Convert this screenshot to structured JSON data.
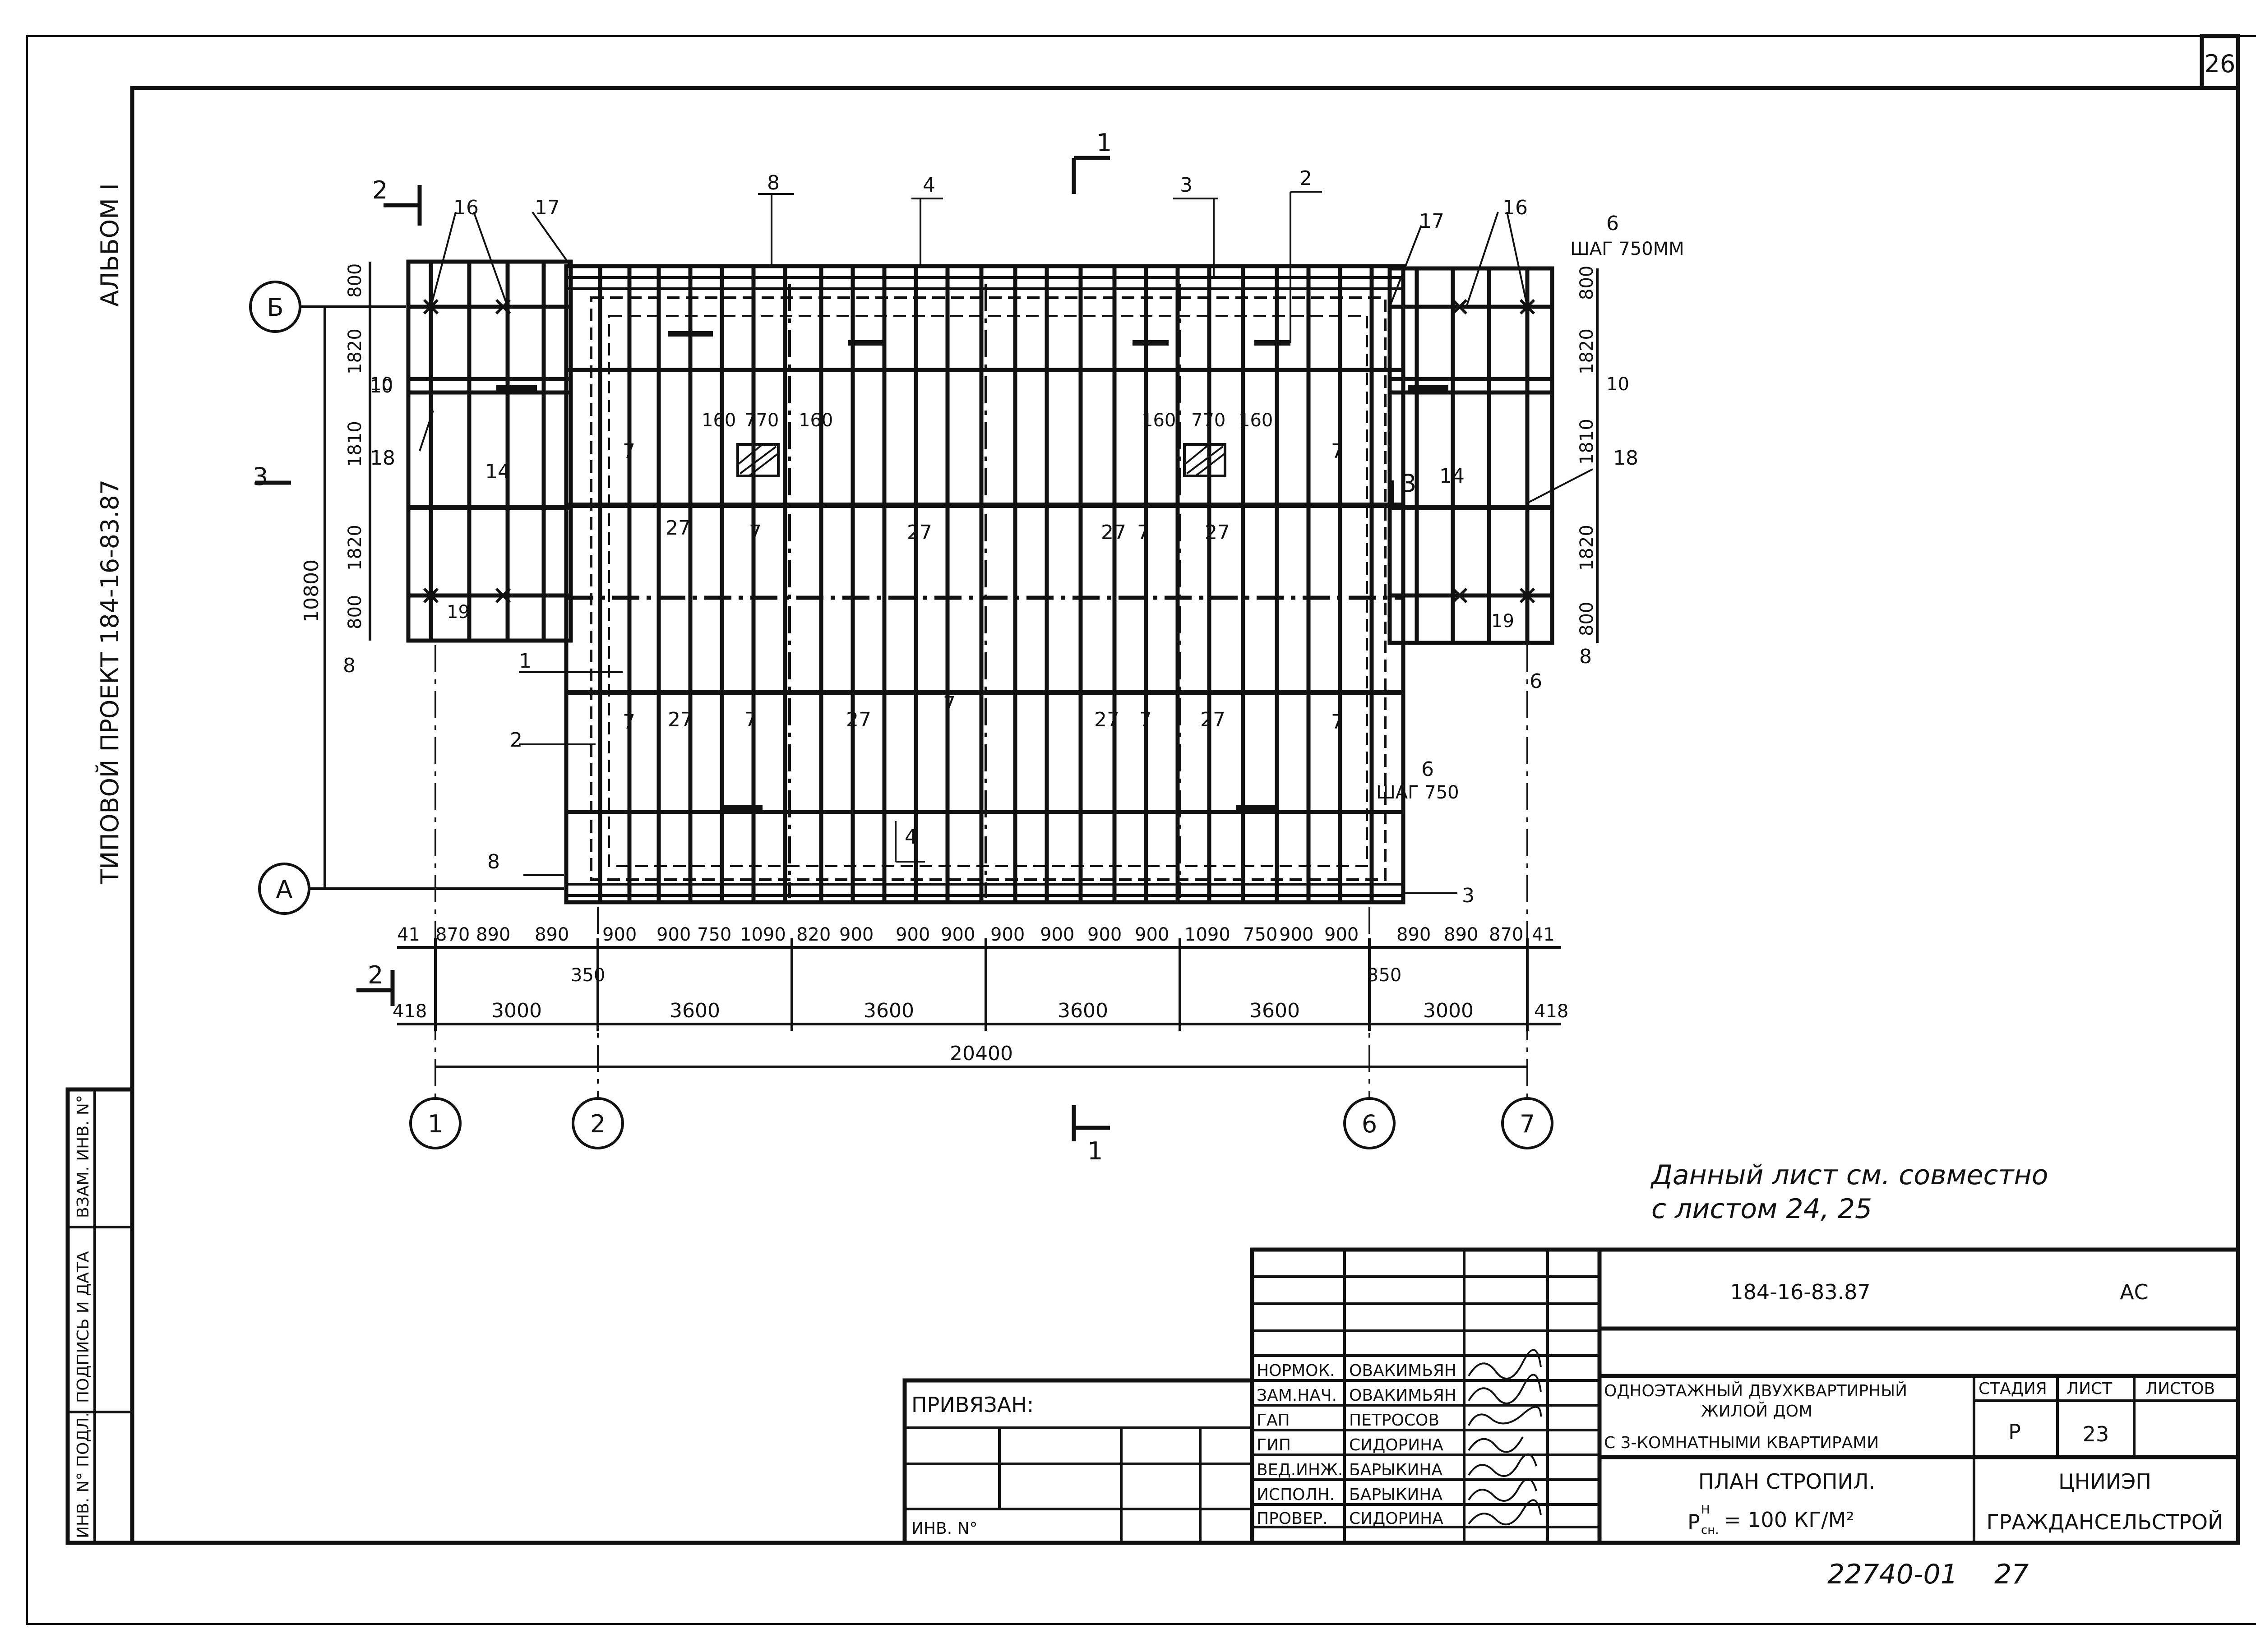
{
  "sheet": {
    "page_number": "26",
    "album": "АЛЬБОМ I",
    "project": "ТИПОВОЙ ПРОЕКТ 184-16-83.87",
    "note_line1": "Данный лист см. совместно",
    "note_line2": "с листом 24, 25",
    "archive_number": "22740-01",
    "archive_sheet": "27"
  },
  "side_stamp": {
    "inv_podl": "ИНВ. N° ПОДЛ.",
    "podpis_data": "ПОДПИСЬ И ДАТА",
    "vzam_inv": "ВЗАМ. ИНВ. N°"
  },
  "drawing": {
    "axis_rows": [
      "Б",
      "А"
    ],
    "axis_cols": [
      "1",
      "2",
      "6",
      "7"
    ],
    "section_marks": [
      "1",
      "1",
      "2",
      "2",
      "3",
      "3"
    ],
    "dims_bottom": [
      "41",
      "870",
      "890",
      "890",
      "900",
      "900",
      "750",
      "1090",
      "820",
      "900",
      "900",
      "900",
      "900",
      "900",
      "900",
      "900",
      "1090",
      "750",
      "900",
      "900",
      "890",
      "890",
      "870",
      "41"
    ],
    "dims_350": "350",
    "dims_418": "418",
    "dims_axes": [
      "3000",
      "3600",
      "3600",
      "3600",
      "3600",
      "3000"
    ],
    "dim_total": "20400",
    "dims_left": [
      "800",
      "1820",
      "10",
      "1810",
      "1820",
      "800"
    ],
    "dims_right": [
      "800",
      "1820",
      "10",
      "1810",
      "1820",
      "800"
    ],
    "dim_height": "10800",
    "opening_dims": [
      "160",
      "770",
      "160"
    ],
    "step_top": "ШАГ 750ММ",
    "step_mid": "ШАГ 750",
    "positions": [
      "1",
      "2",
      "3",
      "4",
      "6",
      "7",
      "8",
      "10",
      "14",
      "16",
      "17",
      "18",
      "19",
      "27"
    ]
  },
  "title_block": {
    "code": "184-16-83.87",
    "mark": "АС",
    "privyazan": "ПРИВЯЗАН:",
    "inv_no": "ИНВ. N°",
    "roles": [
      "НОРМОК.",
      "ЗАМ.НАЧ.",
      "ГАП",
      "ГИП",
      "ВЕД.ИНЖ.",
      "ИСПОЛН.",
      "ПРОВЕР."
    ],
    "names": [
      "ОВАКИМЬЯН",
      "ОВАКИМЬЯН",
      "ПЕТРОСОВ",
      "СИДОРИНА",
      "БАРЫКИНА",
      "БАРЫКИНА",
      "СИДОРИНА"
    ],
    "building_1": "ОДНОЭТАЖНЫЙ ДВУХКВАРТИРНЫЙ",
    "building_2": "ЖИЛОЙ ДОМ",
    "building_3": "С 3-КОМНАТНЫМИ КВАРТИРАМИ",
    "sheet_title": "ПЛАН СТРОПИЛ.",
    "load_main": "P",
    "load_sup": "Н",
    "load_sub": "сн.",
    "load_value": "= 100 КГ/М²",
    "stage_hdr": "СТАДИЯ",
    "sheet_hdr": "ЛИСТ",
    "sheets_hdr": "ЛИСТОВ",
    "stage": "Р",
    "sheet_no": "23",
    "org_1": "ЦНИИЭП",
    "org_2": "ГРАЖДАНСЕЛЬСТРОЙ"
  }
}
